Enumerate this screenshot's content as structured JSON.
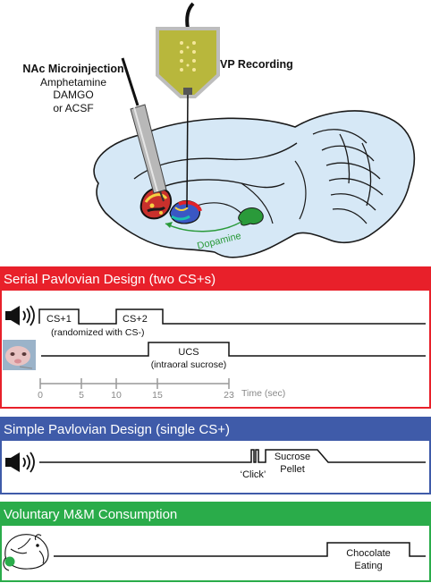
{
  "top": {
    "nac_title": "NAc Microinjection",
    "nac_line1": "Amphetamine",
    "nac_line2": "DAMGO",
    "nac_line3": "or ACSF",
    "vp_label": "VP Recording",
    "dopamine_label": "Dopamine"
  },
  "serial": {
    "header": "Serial Pavlovian Design (two CS+s)",
    "cs1": "CS+1",
    "cs2": "CS+2",
    "cs_note": "(randomized with CS-)",
    "ucs": "UCS",
    "ucs_note": "(intraoral sucrose)",
    "ticks": [
      "0",
      "5",
      "10",
      "15",
      "23"
    ],
    "time_label": "Time (sec)"
  },
  "simple": {
    "header": "Simple Pavlovian Design (single CS+)",
    "click": "‘Click’",
    "sucrose_line1": "Sucrose",
    "sucrose_line2": "Pellet"
  },
  "voluntary": {
    "header": "Voluntary M&M Consumption",
    "choc_line1": "Chocolate",
    "choc_line2": "Eating"
  },
  "colors": {
    "serial_header": "#e8202a",
    "simple_header": "#3f5ba9",
    "voluntary_header": "#2aac4a",
    "dopamine": "#2a9a3a",
    "brain_fill": "#d6e8f6",
    "vp_box": "#b8b73c"
  },
  "icons": [
    "speaker-icon",
    "rat-face-icon",
    "rat-eating-icon",
    "electrode-icon",
    "cannula-icon"
  ]
}
